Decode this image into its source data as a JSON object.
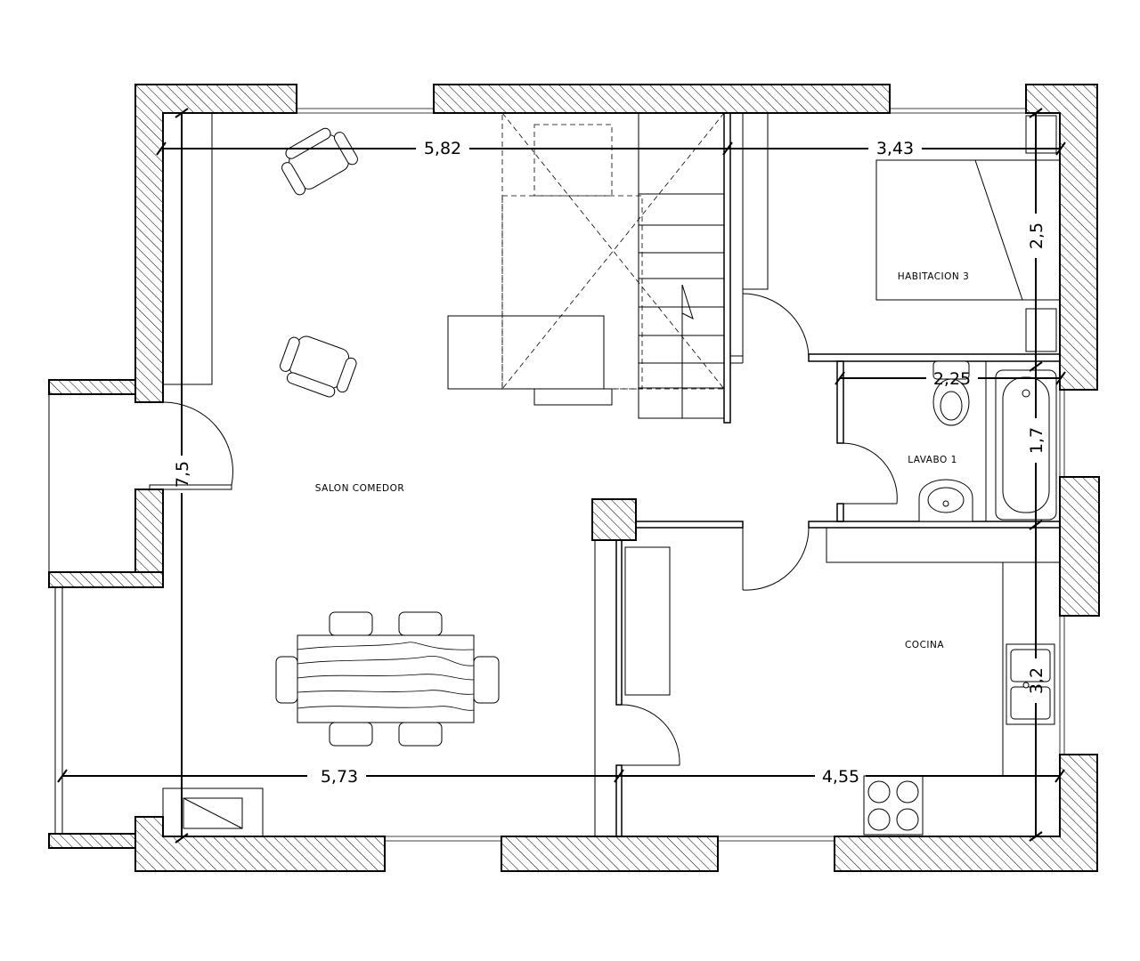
{
  "rooms": {
    "salon": "SALON COMEDOR",
    "habitacion": "HABITACION 3",
    "lavabo": "LAVABO 1",
    "cocina": "COCINA"
  },
  "dimensions": {
    "top_left": "5,82",
    "top_right": "3,43",
    "right_bedroom": "2,5",
    "bath_width": "2,25",
    "bath_height": "1,7",
    "left_height": "7,5",
    "bottom_left": "5,73",
    "bottom_right": "4,55",
    "kitchen_height": "3,2"
  }
}
